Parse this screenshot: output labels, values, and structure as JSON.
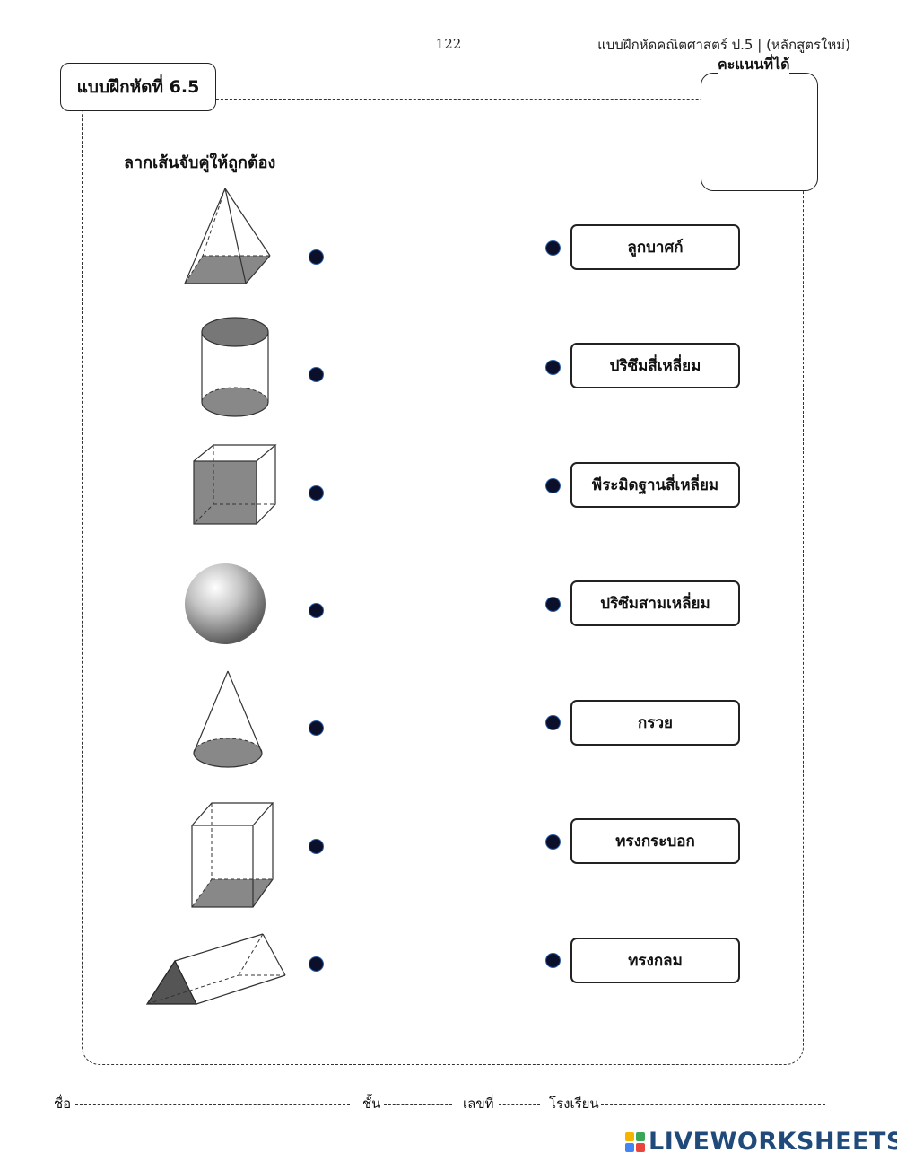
{
  "header": {
    "page_number": "122",
    "book_title": "แบบฝึกหัดคณิตศาสตร์ ป.5 | (หลักสูตรใหม่)"
  },
  "exercise": {
    "title": "แบบฝึกหัดที่ 6.5",
    "score_label": "คะแนนที่ได้",
    "instruction": "ลากเส้นจับคู่ให้ถูกต้อง"
  },
  "shapes": [
    {
      "icon": "square-pyramid-icon"
    },
    {
      "icon": "cylinder-icon"
    },
    {
      "icon": "cube-icon"
    },
    {
      "icon": "sphere-icon"
    },
    {
      "icon": "cone-icon"
    },
    {
      "icon": "rectangular-prism-icon"
    },
    {
      "icon": "triangular-prism-icon"
    }
  ],
  "answers": [
    "ลูกบาศก์",
    "ปริซึมสี่เหลี่ยม",
    "พีระมิดฐานสี่เหลี่ยม",
    "ปริซึมสามเหลี่ยม",
    "กรวย",
    "ทรงกระบอก",
    "ทรงกลม"
  ],
  "footer": {
    "name_label": "ชื่อ",
    "class_label": "ชั้น",
    "number_label": "เลขที่",
    "school_label": "โรงเรียน"
  },
  "brand": {
    "name": "LIVEWORKSHEETS",
    "logo_colors": [
      "#f4b400",
      "#3aa757",
      "#4285f4",
      "#e8453c"
    ]
  }
}
